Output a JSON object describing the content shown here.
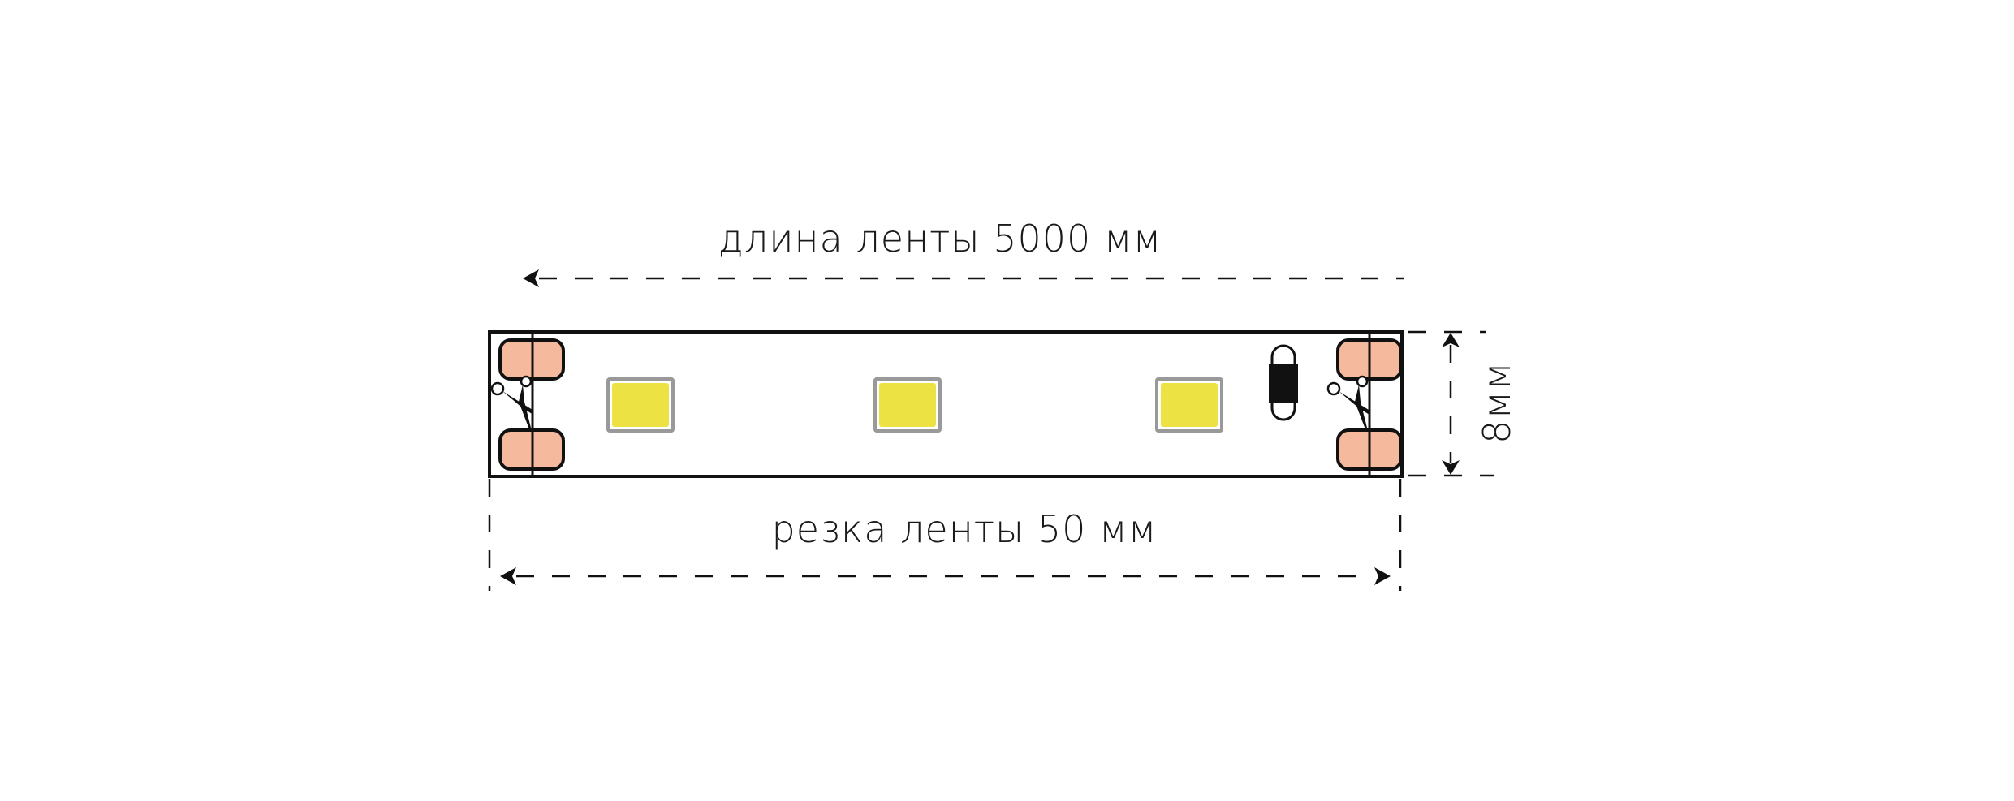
{
  "diagram": {
    "title": "LED strip dimensions",
    "labels": {
      "total_length": "длина ленты 5000 мм",
      "cut_length": "резка ленты 50 мм",
      "width": "8мм"
    },
    "segment": {
      "led_count": 3,
      "has_resistor": true,
      "cut_marks": 2
    },
    "colors": {
      "strip_outline": "#111111",
      "pad_fill": "#f5b99e",
      "led_fill": "#ece243",
      "led_border": "#999999",
      "resistor_fill": "#111111",
      "background": "#ffffff"
    }
  }
}
